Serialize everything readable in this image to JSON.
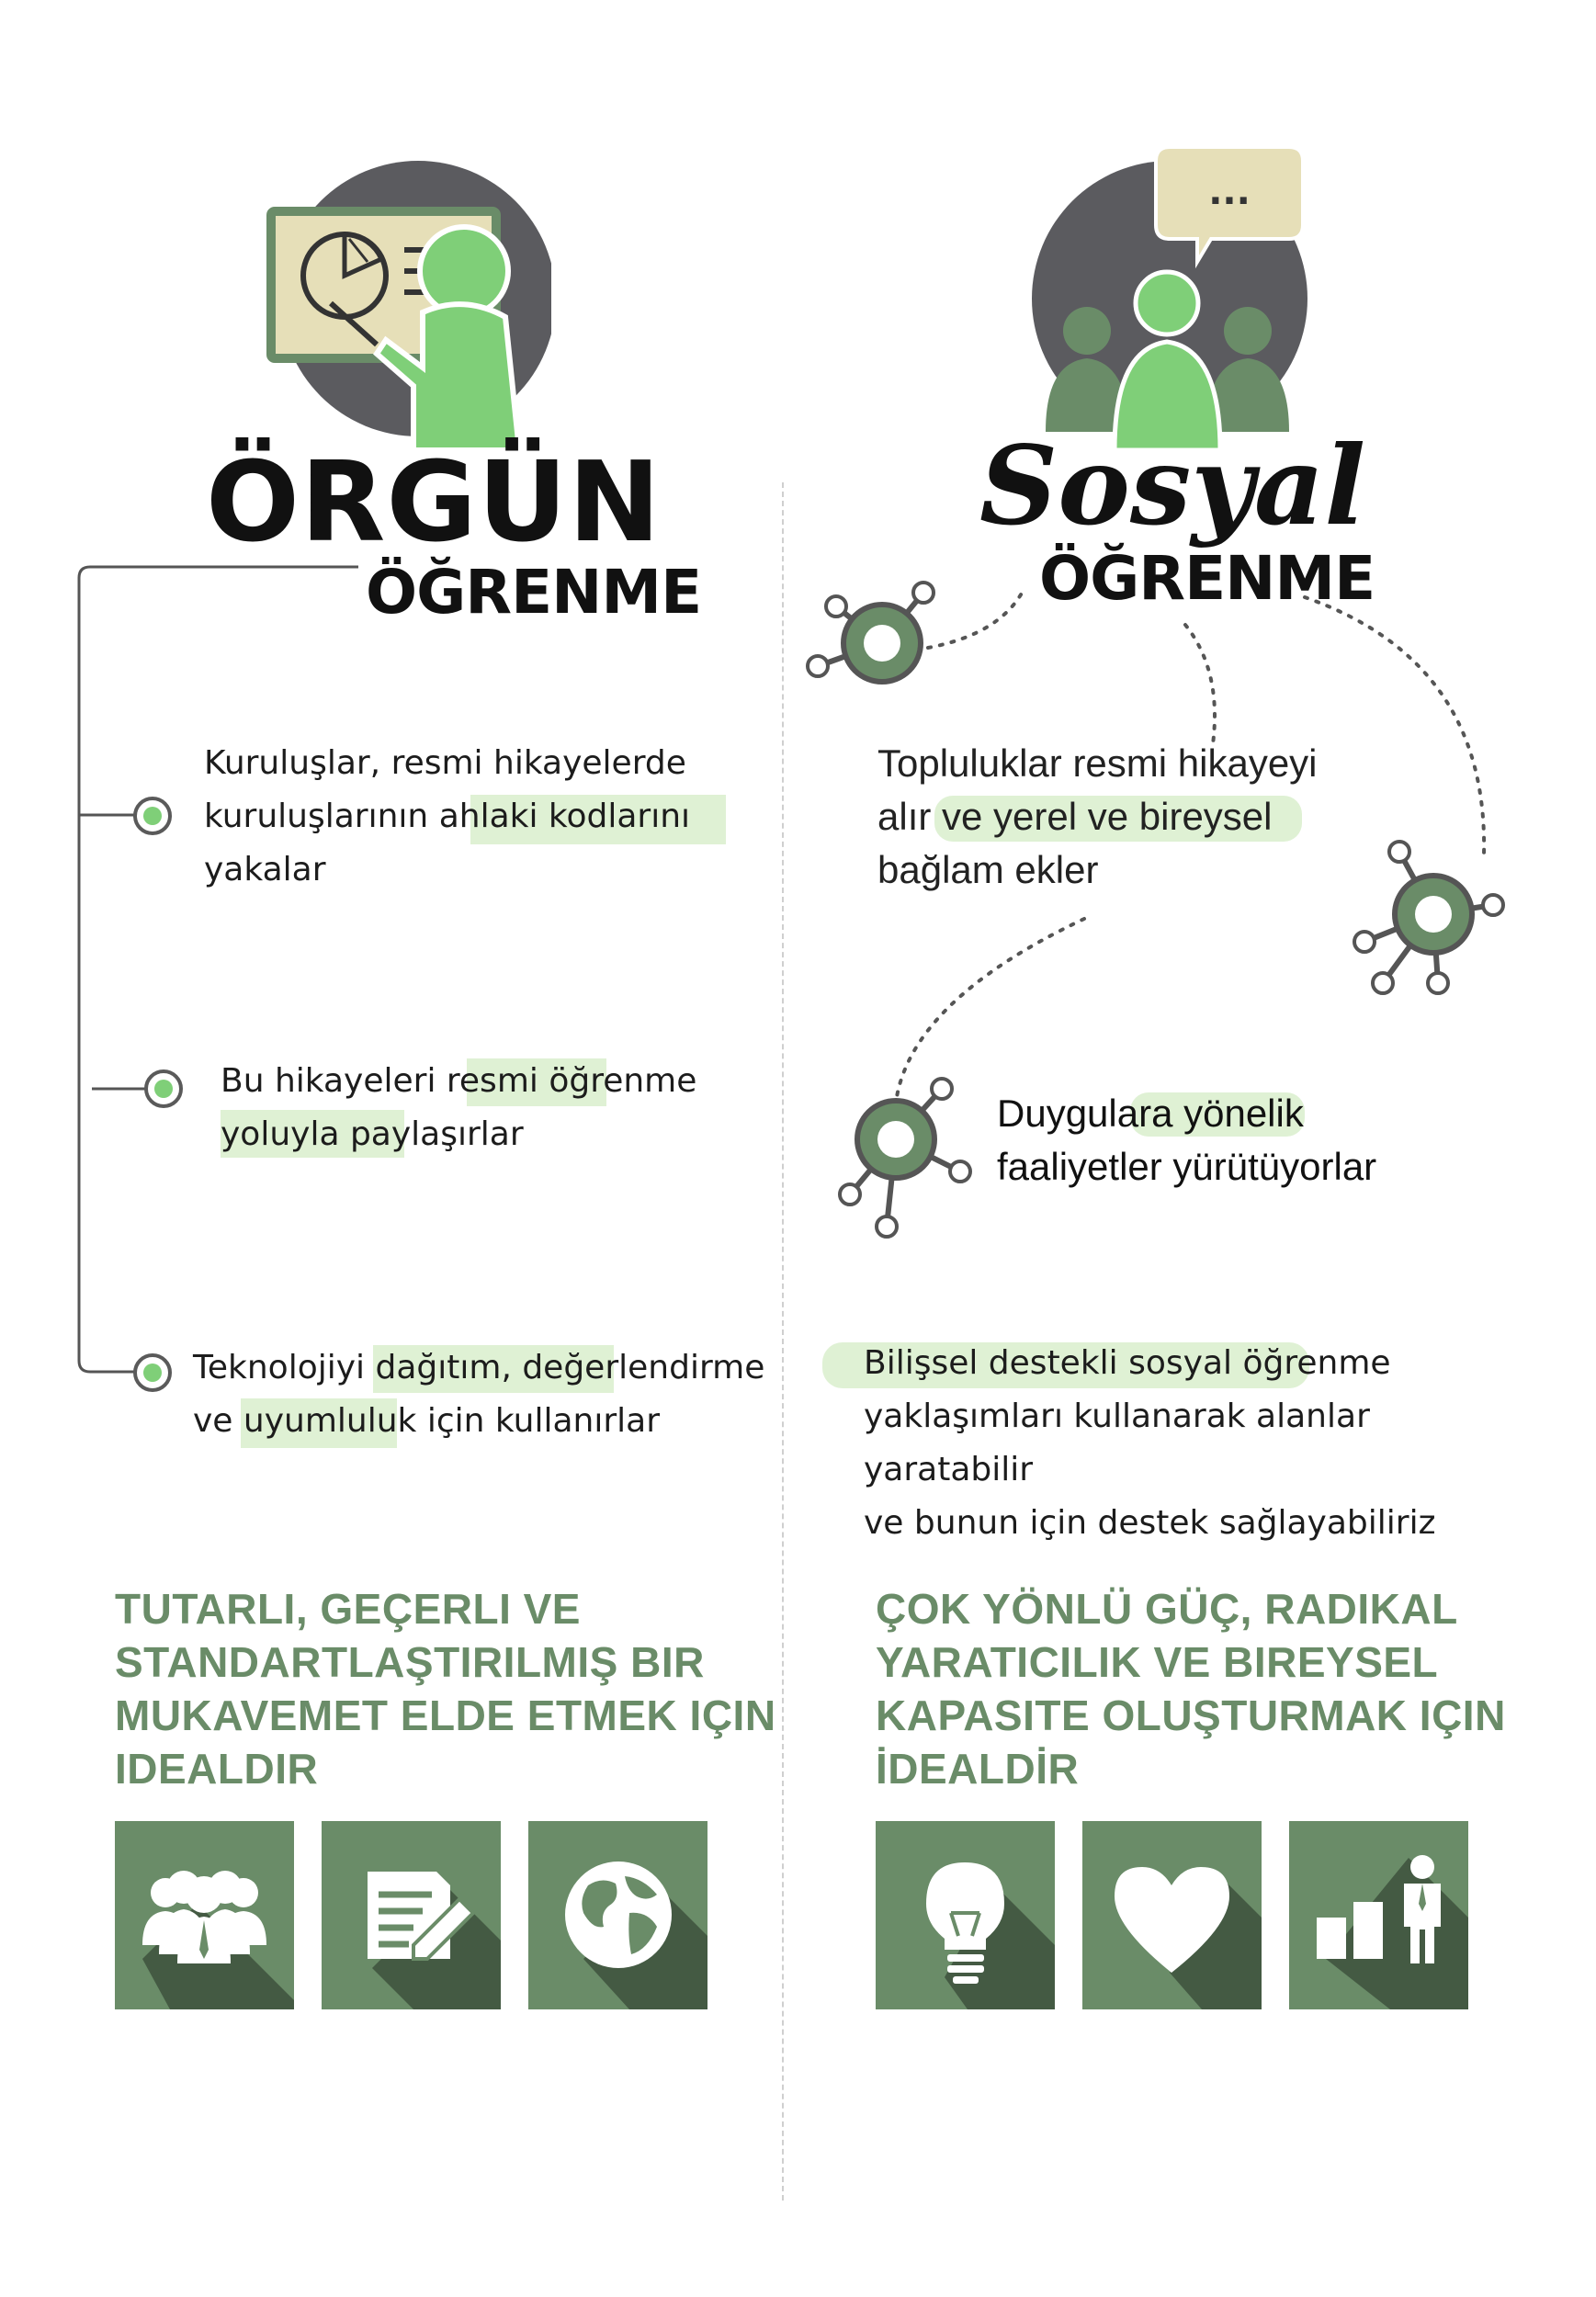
{
  "formal": {
    "title": "ÖRGÜN",
    "subtitle": "ÖĞRENME",
    "points": [
      [
        "Kuruluşlar, resmi hikayelerde",
        "kuruluşlarının ahlaki kodlarını",
        "yakalar"
      ],
      [
        "Bu hikayeleri resmi öğrenme",
        "yoluyla paylaşırlar"
      ],
      [
        "Teknolojiyi dağıtım, değerlendirme",
        "ve uyumluluk için kullanırlar"
      ]
    ],
    "conclusion": [
      "TUTARLI, GEÇERLI VE",
      "STANDARTLAŞTIRILMIŞ BIR",
      "MUKAVEMET ELDE ETMEK IÇIN",
      "IDEALDIR"
    ],
    "icons": [
      "people-group-icon",
      "document-pen-icon",
      "globe-icon"
    ]
  },
  "social": {
    "title": "Sosyal",
    "subtitle": "ÖĞRENME",
    "points": [
      [
        "Topluluklar resmi hikayeyi",
        "alır ve yerel ve bireysel",
        "bağlam ekler"
      ],
      [
        "Duygulara yönelik",
        "faaliyetler yürütüyorlar"
      ],
      [
        "Bilişsel destekli sosyal öğrenme",
        "yaklaşımları kullanarak alanlar yaratabilir",
        "ve bunun için destek sağlayabiliriz"
      ]
    ],
    "conclusion": [
      "ÇOK YÖNLÜ GÜÇ, RADIKAL",
      "YARATICILIK VE BIREYSEL",
      "KAPASITE OLUŞTURMAK IÇIN",
      "İDEALDİR"
    ],
    "icons": [
      "lightbulb-icon",
      "heart-icon",
      "growth-chart-businessman-icon"
    ],
    "speech_bubble": "..."
  },
  "colors": {
    "accent_green": "#7fcf78",
    "tile_green": "#6a8c68",
    "dark_gray": "#5a5a5a",
    "highlight": "#dff1d4",
    "screen_beige": "#e6dfb8"
  }
}
